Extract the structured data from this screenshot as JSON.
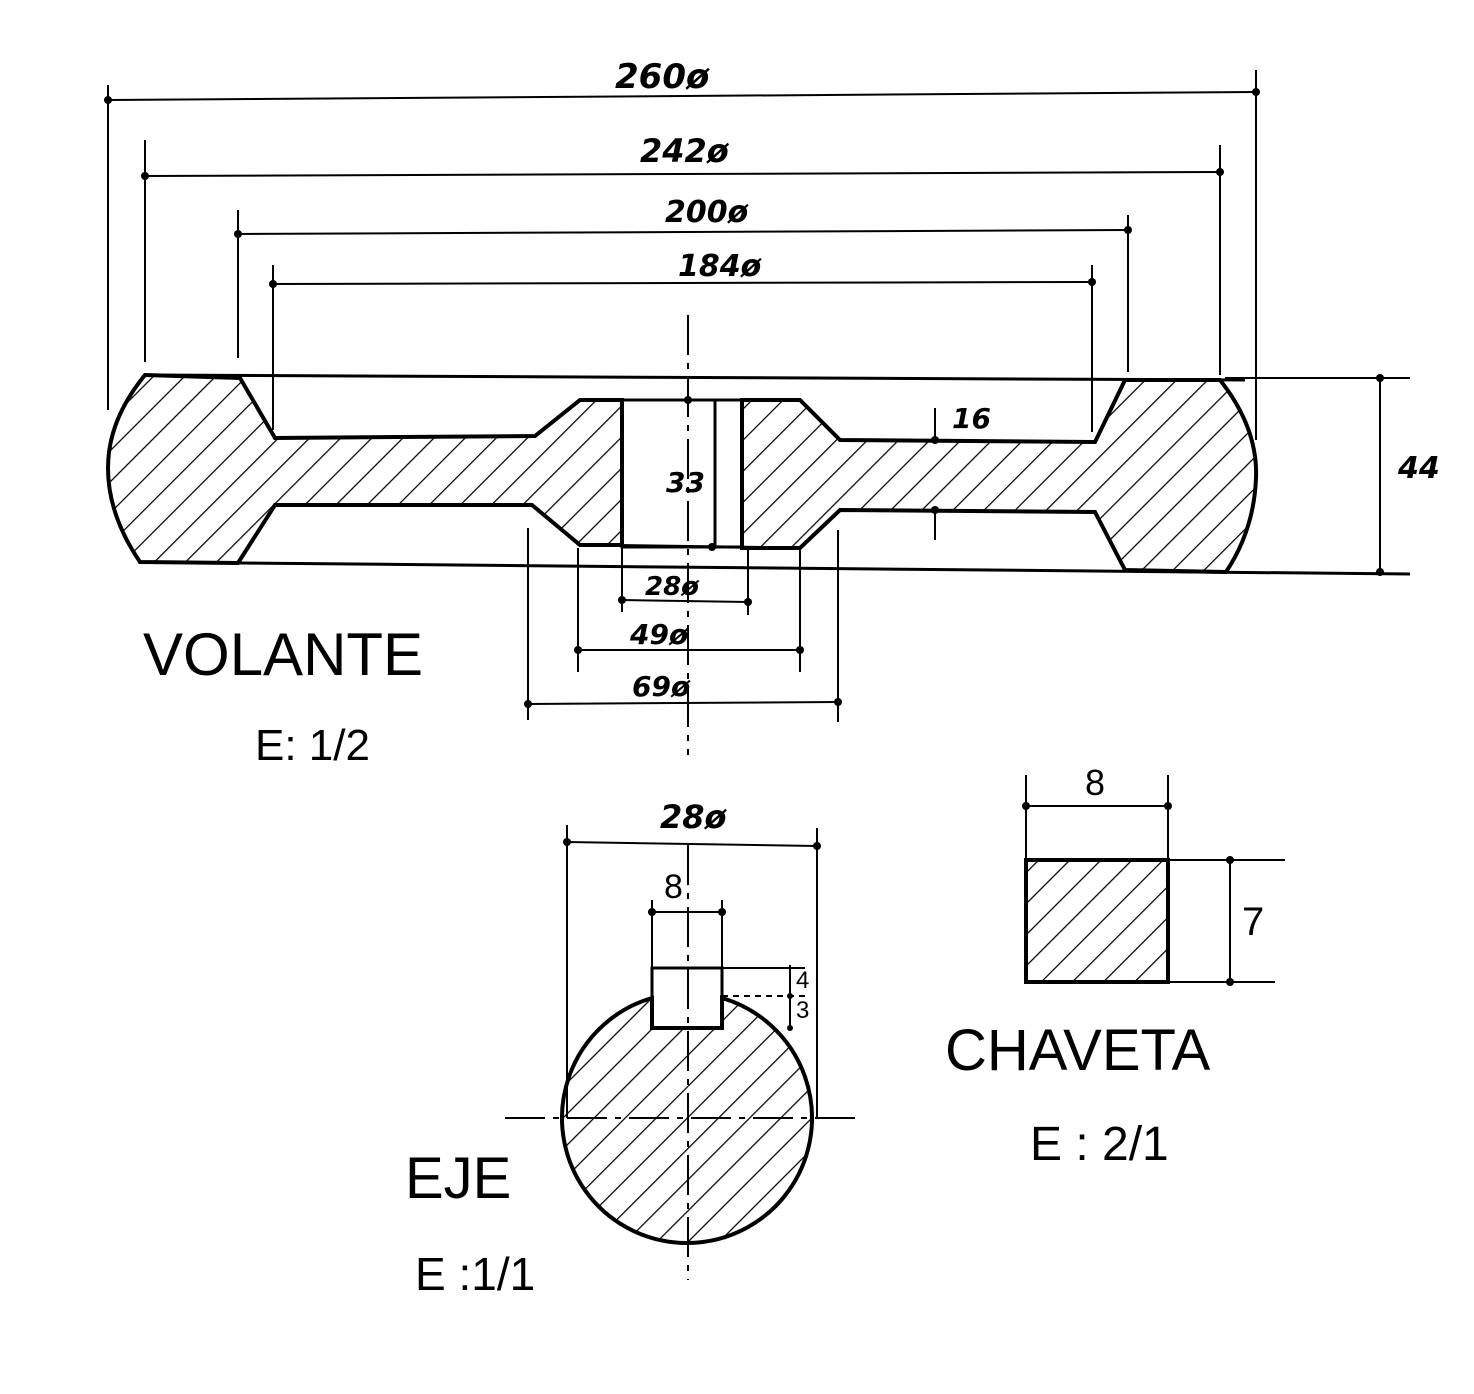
{
  "colors": {
    "ink": "#000000",
    "paper": "#ffffff"
  },
  "volante": {
    "title": "VOLANTE",
    "scale": "E: 1/2",
    "dims": {
      "d260": "260ø",
      "d242": "242ø",
      "d200": "200ø",
      "d184": "184ø",
      "web": "16",
      "hub_len": "33",
      "width": "44",
      "bore": "28ø",
      "hub_in": "49ø",
      "hub_out": "69ø"
    }
  },
  "eje": {
    "title": "EJE",
    "scale": "E :1/1",
    "dims": {
      "diam": "28ø",
      "key": "8",
      "k1": "4",
      "k2": "3"
    }
  },
  "chaveta": {
    "title": "CHAVETA",
    "scale": "E : 2/1",
    "dims": {
      "width": "8",
      "height": "7"
    }
  }
}
